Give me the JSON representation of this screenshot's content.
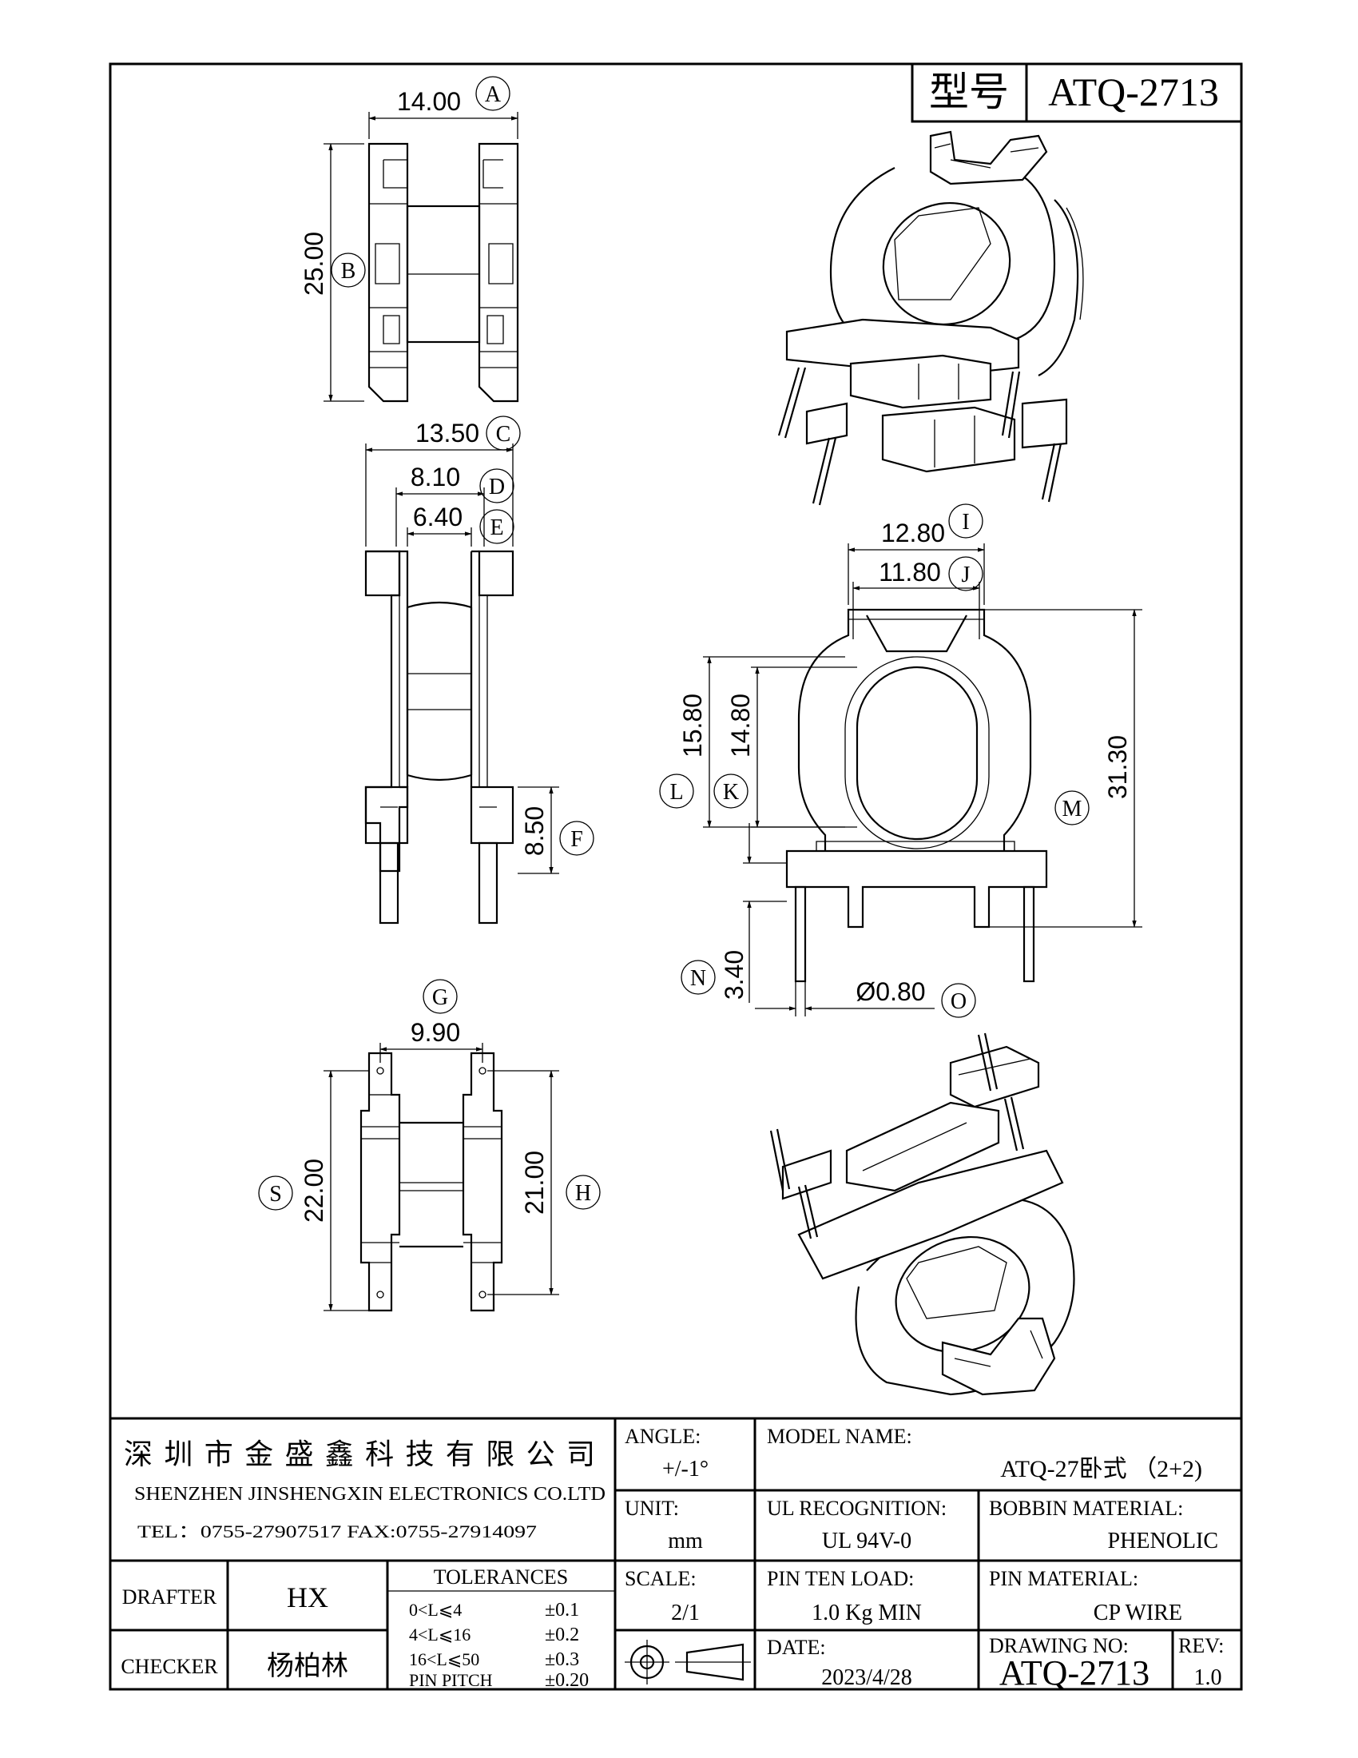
{
  "title_block": {
    "model_label": "型号",
    "model_no": "ATQ-2713",
    "company_cn": "深圳市金盛鑫科技有限公司",
    "company_en": "SHENZHEN JINSHENGXIN ELECTRONICS   CO.LTD",
    "contact": "TEL：0755-27907517   FAX:0755-27914097",
    "angle_label": "ANGLE:",
    "angle_value": "+/-1°",
    "model_name_label": "MODEL NAME:",
    "model_name_value": "ATQ-27卧式 （2+2)",
    "unit_label": "UNIT:",
    "unit_value": "mm",
    "ul_label": "UL RECOGNITION:",
    "ul_value": "UL 94V-0",
    "bobbin_label": "BOBBIN MATERIAL:",
    "bobbin_value": "PHENOLIC",
    "drafter_label": "DRAFTER",
    "drafter_value": "HX",
    "tolerances_title": "TOLERANCES",
    "tol_rows": [
      {
        "range": "0<L⩽4",
        "tol": "±0.1"
      },
      {
        "range": "4<L⩽16",
        "tol": "±0.2"
      },
      {
        "range": "16<L⩽50",
        "tol": "±0.3"
      },
      {
        "range": "PIN PITCH",
        "tol": "±0.20"
      }
    ],
    "scale_label": "SCALE:",
    "scale_value": "2/1",
    "pin_load_label": "PIN TEN LOAD:",
    "pin_load_value": "1.0 Kg MIN",
    "pin_material_label": "PIN MATERIAL:",
    "pin_material_value": "CP WIRE",
    "checker_label": "CHECKER",
    "checker_value": "杨柏林",
    "date_label": "DATE:",
    "date_value": "2023/4/28",
    "drawing_no_label": "DRAWING NO:",
    "drawing_no_value": "ATQ-2713",
    "rev_label": "REV:",
    "rev_value": "1.0"
  },
  "dimensions": {
    "A": {
      "tag": "A",
      "value": "14.00"
    },
    "B": {
      "tag": "B",
      "value": "25.00"
    },
    "C": {
      "tag": "C",
      "value": "13.50"
    },
    "D": {
      "tag": "D",
      "value": "8.10"
    },
    "E": {
      "tag": "E",
      "value": "6.40"
    },
    "F": {
      "tag": "F",
      "value": "8.50"
    },
    "G": {
      "tag": "G",
      "value": "9.90"
    },
    "H": {
      "tag": "H",
      "value": "21.00"
    },
    "I": {
      "tag": "I",
      "value": "12.80"
    },
    "J": {
      "tag": "J",
      "value": "11.80"
    },
    "K": {
      "tag": "K",
      "value": "14.80"
    },
    "L": {
      "tag": "L",
      "value": "15.80"
    },
    "M": {
      "tag": "M",
      "value": "31.30"
    },
    "N": {
      "tag": "N",
      "value": "3.40"
    },
    "O": {
      "tag": "O",
      "value": "Ø0.80"
    },
    "S": {
      "tag": "S",
      "value": "22.00"
    }
  }
}
